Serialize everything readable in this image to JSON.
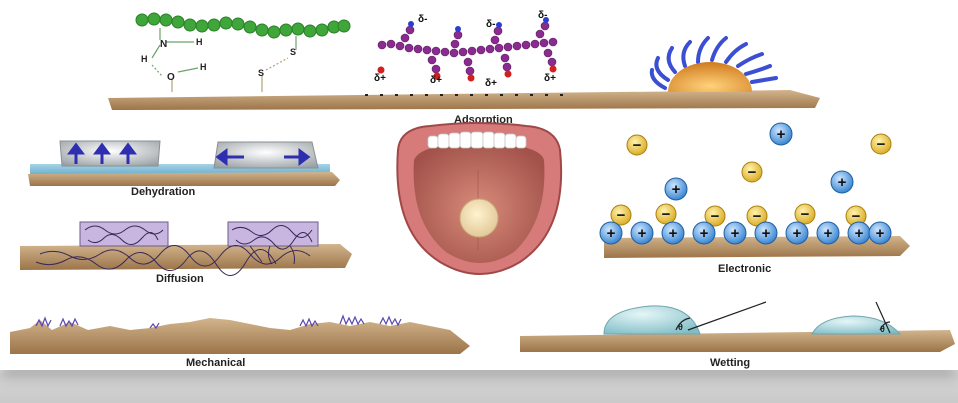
{
  "labels": {
    "adsorption": "Adsorption",
    "dehydration": "Dehydration",
    "diffusion": "Diffusion",
    "mechanical": "Mechanical",
    "electronic": "Electronic",
    "wetting": "Wetting"
  },
  "adsorption_annotations": {
    "n_label": "N",
    "h_label_1": "H",
    "h_label_2": "H",
    "o_label": "O",
    "h_label_3": "H",
    "s_label_1": "S",
    "s_label_2": "S",
    "delta_minus": "δ-",
    "delta_plus": "δ+"
  },
  "wetting_annotations": {
    "theta": "θ"
  },
  "charges": {
    "minus": "−",
    "plus": "+"
  },
  "colors": {
    "substrate": "#b08a5e",
    "positive_ion": "#3f8fd8",
    "negative_ion": "#e8c23a",
    "polymer_green": "#3fa73a",
    "polymer_purple": "#8a2b8f",
    "brush_blue": "#3b4fd3",
    "tongue": "#c97a6a",
    "drop": "#a9d8de"
  }
}
